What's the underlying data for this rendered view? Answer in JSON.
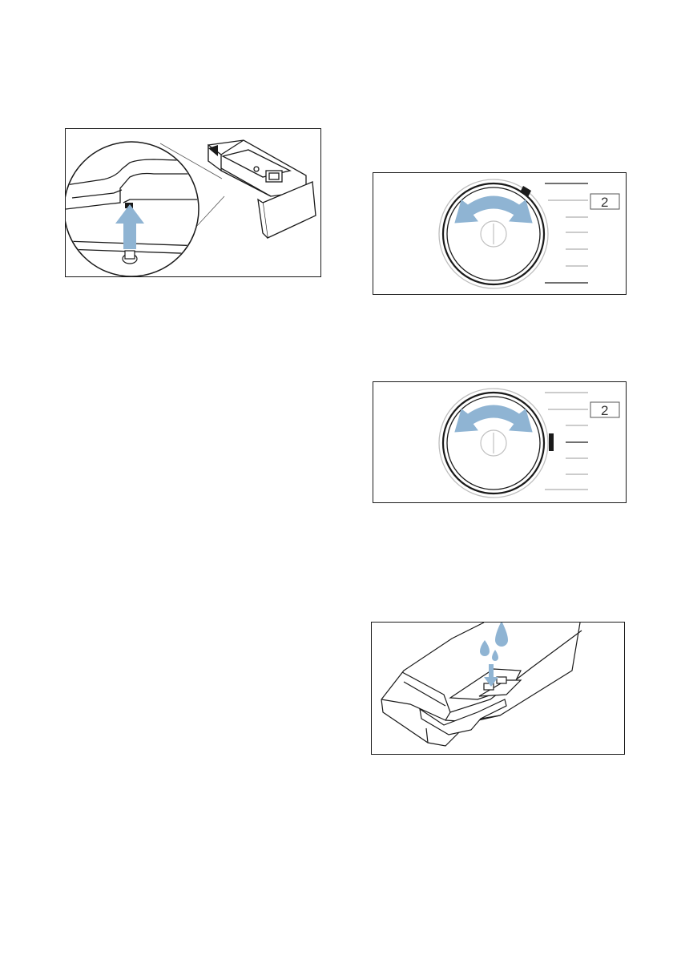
{
  "figures": {
    "drawer": {
      "icon": "detergent-drawer-insert-icon",
      "arrow_color": "#8fb4d3"
    },
    "dial_1": {
      "badge": "2",
      "indicator": "top-right",
      "arrow_color": "#8fb4d3"
    },
    "dial_2": {
      "badge": "2",
      "indicator": "right",
      "arrow_color": "#8fb4d3"
    },
    "fill": {
      "icon": "water-drops-icon",
      "arrow_color": "#8fb4d3"
    }
  },
  "colors": {
    "outline": "#1a1a1a",
    "accent": "#8fb4d3",
    "light_line": "#b0b0b0"
  }
}
